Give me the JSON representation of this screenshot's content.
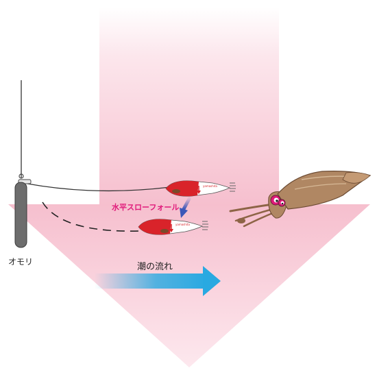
{
  "labels": {
    "sinker": "オモリ",
    "slow_fall": "水平スローフォール",
    "tide_flow": "潮の流れ"
  },
  "colors": {
    "pink_gradient_top": "#fbe1e8",
    "pink_gradient_bottom": "#f5b9c9",
    "current_arrow": "#29a9e1",
    "fall_arrow": "#3b57b8",
    "slow_fall_text": "#e0197a",
    "lure_red": "#d9232a",
    "squid_body": "#b08763",
    "squid_eye": "#e0197a",
    "sinker": "#6d6d6d"
  },
  "icons": {
    "sinker": "weight-icon",
    "lure": "egi-squid-jig-icon",
    "squid": "squid-icon",
    "current": "arrow-right-icon",
    "fall": "arrow-down-icon"
  }
}
